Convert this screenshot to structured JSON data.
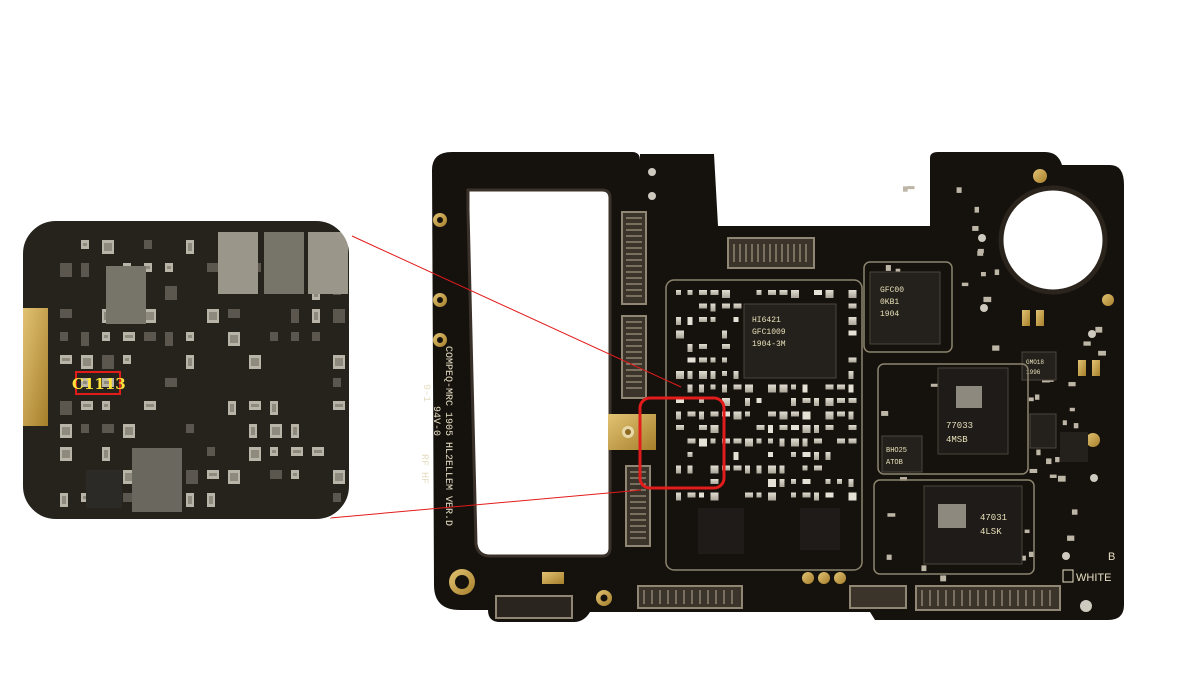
{
  "board": {
    "silk_text": [
      "COMPEQ-MRC 1905 HL2ELLEM VER.D",
      "94V-0",
      "RF HF",
      "9-1"
    ],
    "color_marker": "WHITE",
    "side_marker": "B",
    "chip_labels": {
      "soc": [
        "HI6421",
        "GFC1009",
        "1904-3M"
      ],
      "pmu": [
        "GFC00",
        "0KB1",
        "1904"
      ],
      "mem1": [
        "77033",
        "4MSB"
      ],
      "mem2": [
        "47031",
        "4LSK"
      ],
      "small1": [
        "BHO25",
        "ATOB"
      ],
      "small2": [
        "GMO18",
        "1996"
      ]
    }
  },
  "callout": {
    "component_label": "C1113",
    "label_color": "#ffe23a",
    "box_color": "#e21b1b"
  },
  "colors": {
    "pcb": "#15120e",
    "gold": "#c9a24a",
    "silver": "#cfcabf",
    "highlight": "#e21b1b"
  }
}
